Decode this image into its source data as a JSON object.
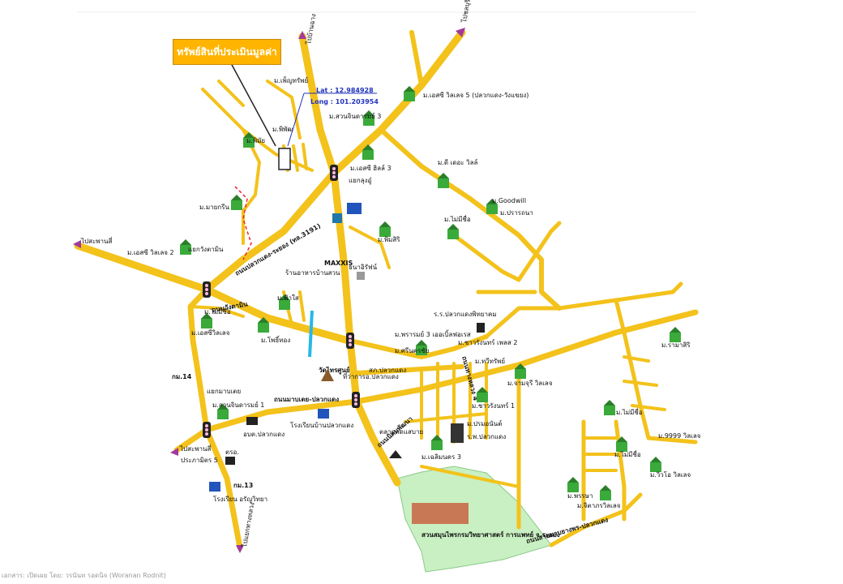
{
  "subject_label": "ทรัพย์สินที่ประเมินมูลค่า",
  "coords": {
    "lat": "Lat : 12.984928",
    "long": "Long :  101.203954"
  },
  "credit": "เอกสาร: เปิดเผย โดย: วรนันท รอดนิจ (Woranan Rodnit)",
  "roads": {
    "pluak_daeng_rayong": "ถนนปลวกแดง-ระยอง (ทล.3191)",
    "plao_bk_nikhom": "ถนนมาบเตย-ปลวกแดง",
    "nikhom_lat": "ถนนนิคมพัฒนา",
    "wangtamin": "ถนนวังตามิน",
    "thang_luang": "ถนนทางหลวง 4",
    "kom14": "กม.14",
    "kom13": "กม.13",
    "mabyangporn": "ถนนสายมาบยางพร-ปลวกแดง"
  },
  "destinations": {
    "top_left": "ไปบ้านฉาง",
    "top_right": "ไปชลบุรี",
    "west": "ไปสะพานสี่",
    "west2": "ไปสะพานสี่",
    "south": "ไปแยกทางหลวง"
  },
  "places": [
    "ม.เพ็ญทรัพย์",
    "ม.พิมัย",
    "ม.พิพัฒ",
    "ม.มายกรีน",
    "ม.สวนจินดารมย์ 3",
    "ม.เอสซี ฮิลล์ 3",
    "แยกลุงอู๋",
    "ม.เอสซี วิลเลจ 5 (ปลวกแดง-วังแขยง)",
    "ม.ดี เดอะ วิลล์",
    "ม.Goodwill",
    "ม.ปรารถนา",
    "ม.ไม่มีชื่อ",
    "ม.พิมสิริ",
    "ม.เอสซี วิลเลจ 2",
    "แยกวังตามิน",
    "MAXXIS",
    "ร้านอาหารบ้านสวน",
    "ธนาอิรัฟน์",
    "ม.ฟ้าใส",
    "ม.ไม่มีชื่อ",
    "ม.เอสซีวิลเลจ",
    "ม.โพธิ์ทอง",
    "ร.ร.ปลวกแดงพิทยาคม",
    "ม.พรารมย์ 3 เออเบิ้ลฟอเรส",
    "ม.ศรีนครชัย",
    "ม.ชาวรังนทร์ เพลส 2",
    "ม.ทวีทรัพย์",
    "ม.รามาสิริ",
    "วัดไทรศูนย์",
    "ที่ว่าการอ.ปลวกแดง",
    "สภ.ปลวกแดง",
    "ม.จามจุรี วิลเลจ",
    "กม.14",
    "แยกมาบเตย",
    "ม.สวนจินดารมย์ 1",
    "อบต.ปลวกแดง",
    "โรงเรียนบ้านปลวกแดง",
    "ม.ชาวรังนทร์ 1",
    "ม.ไม่มีชื่อ",
    "ม.9999 วิลเลจ",
    "ตลาดสดแสบาย",
    "ม.ปรมอนันต์",
    "ร.พ.ปลวกแดง",
    "ม.เฉลิมนคร 3",
    "ม.ไม่มีชื่อ",
    "ม.วิวโอ วิลเลจ",
    "ตรอ.",
    "ประภามิตร 5",
    "กม.13",
    "โรงเรียน อรัญวิทยา",
    "ม.พรรษา",
    "ม.จิตาภรวิลเลจ",
    "สวนสมุนไพรกรมวิทยาศาสตร์ การแพทย์ จ.ระยอง"
  ],
  "colors": {
    "road": "#f3c21b",
    "park": "#c9f0c2",
    "title_bg": "#ffb400",
    "coord_text": "#2233bb"
  }
}
